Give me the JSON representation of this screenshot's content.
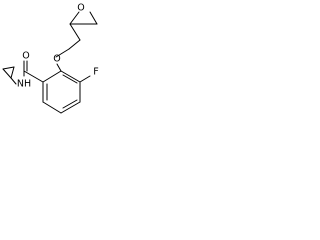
{
  "structure": {
    "atoms": {
      "epoxide_oxygen": "O",
      "ether_oxygen": "O",
      "carbonyl_oxygen": "O",
      "fluorine": "F",
      "amide_nitrogen": "NH"
    }
  }
}
